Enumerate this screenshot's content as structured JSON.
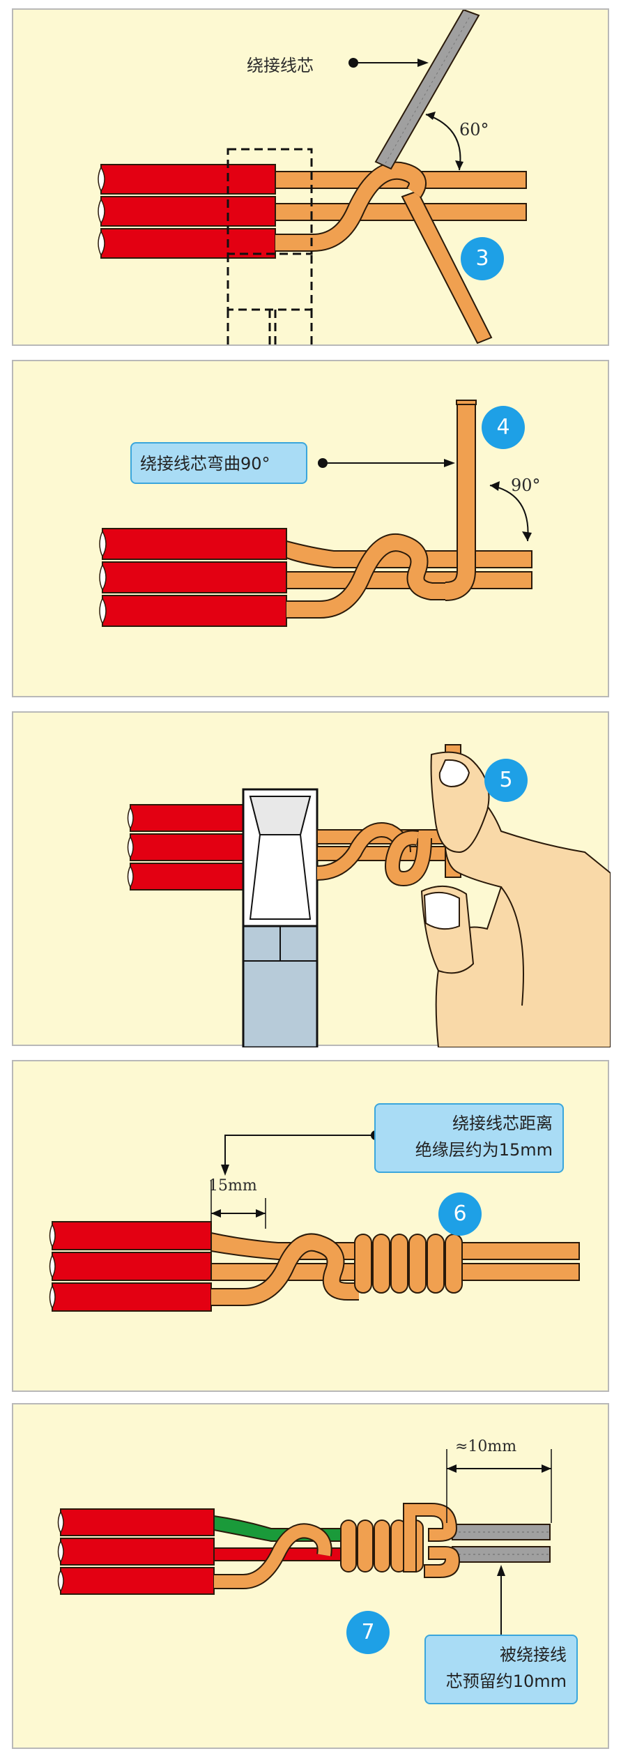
{
  "colors": {
    "panel_bg": "#fdf9d2",
    "insulation_red": "#e30012",
    "copper_orange": "#f0a050",
    "outline": "#2a1a0a",
    "gray_core": "#a0a0a0",
    "green_core": "#1a9a3a",
    "accent_blue": "#1ea0e6",
    "callout_bg": "#a9dcf5",
    "skin": "#f9d9a8"
  },
  "icons": [
    "arrow-right-icon",
    "rotation-arrow-icon",
    "dimension-arrow-icon",
    "pliers-icon",
    "hand-icon"
  ],
  "steps": [
    {
      "number": "3",
      "core_label": "绕接线芯",
      "angle": "60°"
    },
    {
      "number": "4",
      "callout": "绕接线芯弯曲90°",
      "angle": "90°"
    },
    {
      "number": "5"
    },
    {
      "number": "6",
      "callout_lines": [
        "绕接线芯距离",
        "绝缘层约为15mm"
      ],
      "dimension": "15mm"
    },
    {
      "number": "7",
      "dimension": "≈10mm",
      "callout_lines": [
        "被绕接线",
        "芯预留约10mm"
      ]
    }
  ]
}
